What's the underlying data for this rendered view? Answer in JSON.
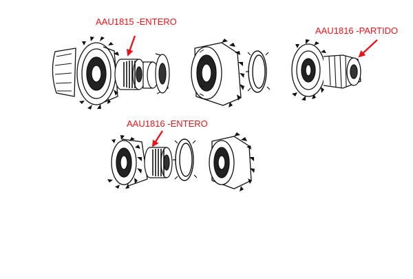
{
  "callouts": {
    "aau1815_entero": "AAU1815 -ENTERO",
    "aau1816_partido": "AAU1816 -PARTIDO",
    "aau1816_entero": "AAU1816 -ENTERO"
  },
  "colors": {
    "callout_red": "#e8141b",
    "line_black": "#111111"
  },
  "icons": [
    "gear-icon",
    "needle-bearing-icon",
    "synchro-ring-icon",
    "arrow-icon"
  ]
}
